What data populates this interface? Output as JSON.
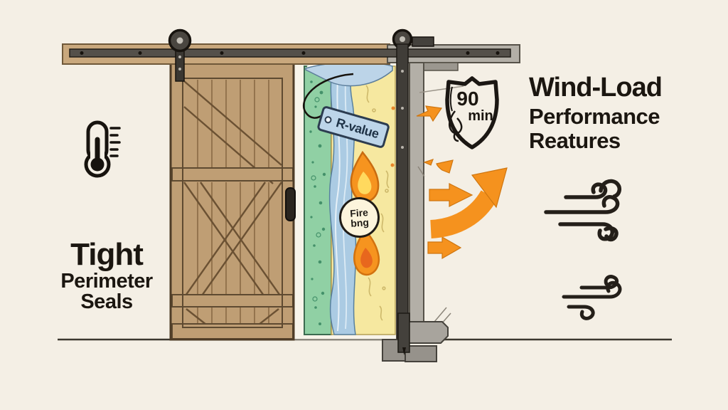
{
  "labels": {
    "left_feature": {
      "line1": "Tight",
      "line2": "Perimeter",
      "line3": "Seals"
    },
    "right_feature": {
      "line1": "Wind-Load",
      "line2": "Performance",
      "line3": "Reatures"
    },
    "shield_rating": {
      "value": "90",
      "unit": "min"
    },
    "insulation_tag": {
      "text": "R-value"
    },
    "fire_badge": {
      "line1": "Fire",
      "line2": "bng"
    }
  },
  "icons": {
    "thermometer": "thermometer-icon",
    "fire_shield": "fire-rating-shield-icon",
    "wind_gust_large": "wind-gust-icon",
    "wind_gust_small": "wind-gust-icon",
    "wind_arrows": "wind-pressure-arrow-icon",
    "flame": "flame-icon"
  },
  "colors": {
    "background": "#f4efe5",
    "ink": "#1b1610",
    "accent_orange": "#f5921e",
    "door_wood": "#bf9e74",
    "track_wood": "#c9a87d",
    "metal_gray": "#54504a",
    "beam_gray": "#b3afa7",
    "insulation_green": "#90d0a4",
    "insulation_blue": "#abcbe3",
    "insulation_yellow": "#f6e8a0",
    "tag_blue": "#bdd5e9"
  }
}
